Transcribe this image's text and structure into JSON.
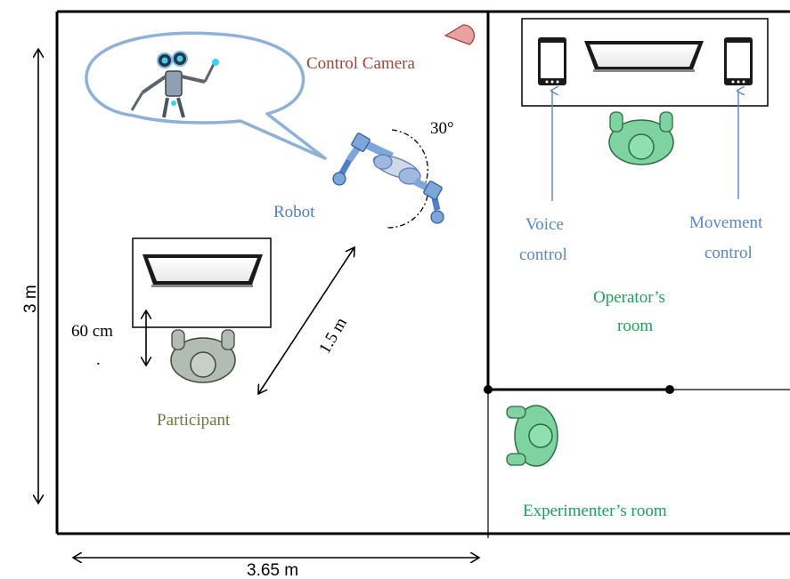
{
  "labels": {
    "control_camera": "Control Camera",
    "angle": "30°",
    "robot": "Robot",
    "voice_control_line1": "Voice",
    "voice_control_line2": "control",
    "movement_control_line1": "Movement",
    "movement_control_line2": "control",
    "operators_room_line1": "Operator’s",
    "operators_room_line2": "room",
    "participant_distance": "60 cm",
    "participant": "Participant",
    "robot_distance": "1.5 m",
    "room_height": "3 m",
    "room_width": "3.65 m",
    "experimenters_room": "Experimenter’s room",
    "stray_dot": "."
  },
  "colors": {
    "camera_label": "#a0443c",
    "robot_blue": "#4f7fc6",
    "control_blue": "#5b86c8",
    "room_green": "#1fa05a",
    "participant_green": "#6b7a3a",
    "person_green": "#7fd3a0",
    "person_gray": "#b3bcb3",
    "bubble_stroke": "#8fb0d8",
    "camera_fill": "#e9a0a0"
  }
}
